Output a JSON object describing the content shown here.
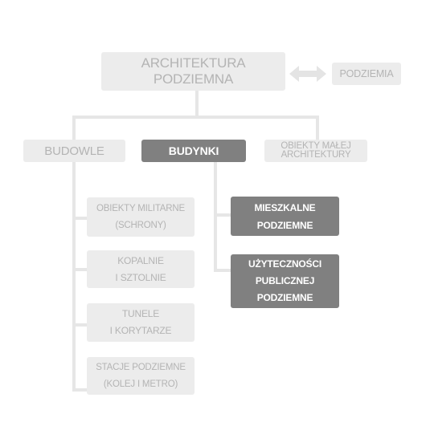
{
  "root": {
    "label": "ARCHITEKTURA PODZIEMNA"
  },
  "related": {
    "label": "PODZIEMIA"
  },
  "categories": {
    "budowle": "BUDOWLE",
    "budynki": "BUDYNKI",
    "obiekty_line1": "OBIEKTY MAŁEJ",
    "obiekty_line2": "ARCHITEKTURY"
  },
  "budowle_items": [
    {
      "line1": "OBIEKTY MILITARNE",
      "line2": "(SCHRONY)"
    },
    {
      "line1": "KOPALNIE",
      "line2": "I SZTOLNIE"
    },
    {
      "line1": "TUNELE",
      "line2": "I KORYTARZE"
    },
    {
      "line1": "STACJE PODZIEMNE",
      "line2": "(KOLEJ I METRO)"
    }
  ],
  "budynki_items": [
    {
      "line1": "MIESZKALNE",
      "line2": "PODZIEMNE"
    },
    {
      "line1": "UŻYTECZNOŚCI",
      "line2": "PUBLICZNEJ",
      "line3": "PODZIEMNE"
    }
  ]
}
